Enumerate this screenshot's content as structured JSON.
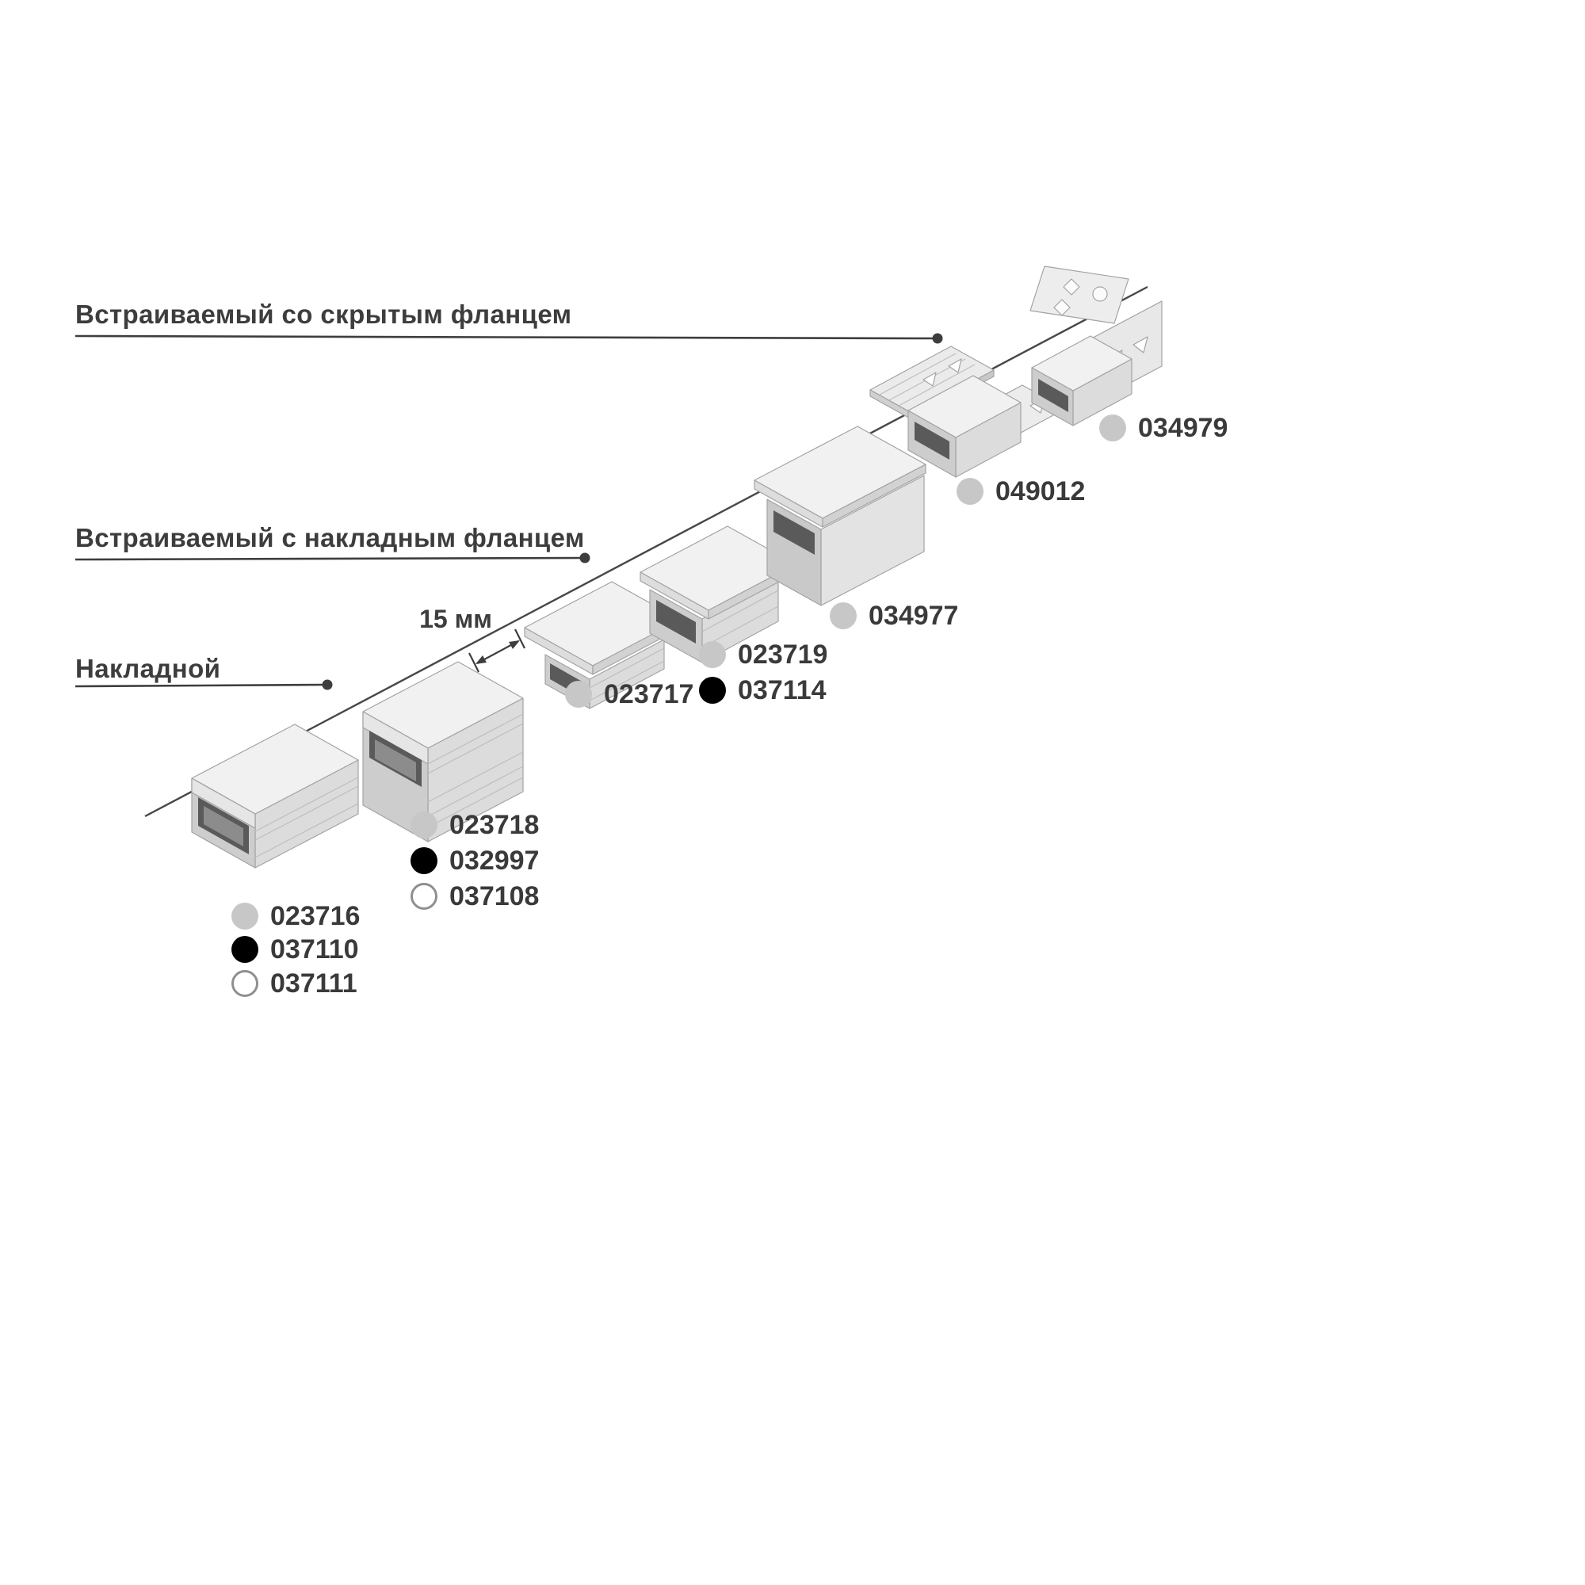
{
  "categories": [
    {
      "id": "recessed-hidden-flange",
      "label": "Встраиваемый со скрытым фланцем"
    },
    {
      "id": "recessed-surface-flange",
      "label": "Встраиваемый с накладным фланцем"
    },
    {
      "id": "surface-mounted",
      "label": "Накладной"
    }
  ],
  "dimension": {
    "label": "15 мм"
  },
  "legend": {
    "groups": [
      {
        "profile": "034979",
        "items": [
          {
            "code": "034979",
            "dot": "gray"
          }
        ]
      },
      {
        "profile": "049012",
        "items": [
          {
            "code": "049012",
            "dot": "gray"
          }
        ]
      },
      {
        "profile": "034977",
        "items": [
          {
            "code": "034977",
            "dot": "gray"
          }
        ]
      },
      {
        "profile": "023719",
        "items": [
          {
            "code": "023719",
            "dot": "gray"
          },
          {
            "code": "037114",
            "dot": "black"
          }
        ]
      },
      {
        "profile": "023717",
        "items": [
          {
            "code": "023717",
            "dot": "gray"
          }
        ]
      },
      {
        "profile": "023718",
        "items": [
          {
            "code": "023718",
            "dot": "gray"
          },
          {
            "code": "032997",
            "dot": "black"
          },
          {
            "code": "037108",
            "dot": "white"
          }
        ]
      },
      {
        "profile": "023716",
        "items": [
          {
            "code": "023716",
            "dot": "gray"
          },
          {
            "code": "037110",
            "dot": "black"
          },
          {
            "code": "037111",
            "dot": "white"
          }
        ]
      }
    ]
  },
  "colors": {
    "dot_gray": "#c7c7c7",
    "dot_black": "#000000",
    "dot_white": "#ffffff",
    "text": "#3d3d3d",
    "line": "#454545",
    "profile_top": "#f1f1f1",
    "profile_side": "#dcdcdc",
    "profile_end": "#cdcdcd",
    "slot_dark": "#5a5a5a"
  }
}
